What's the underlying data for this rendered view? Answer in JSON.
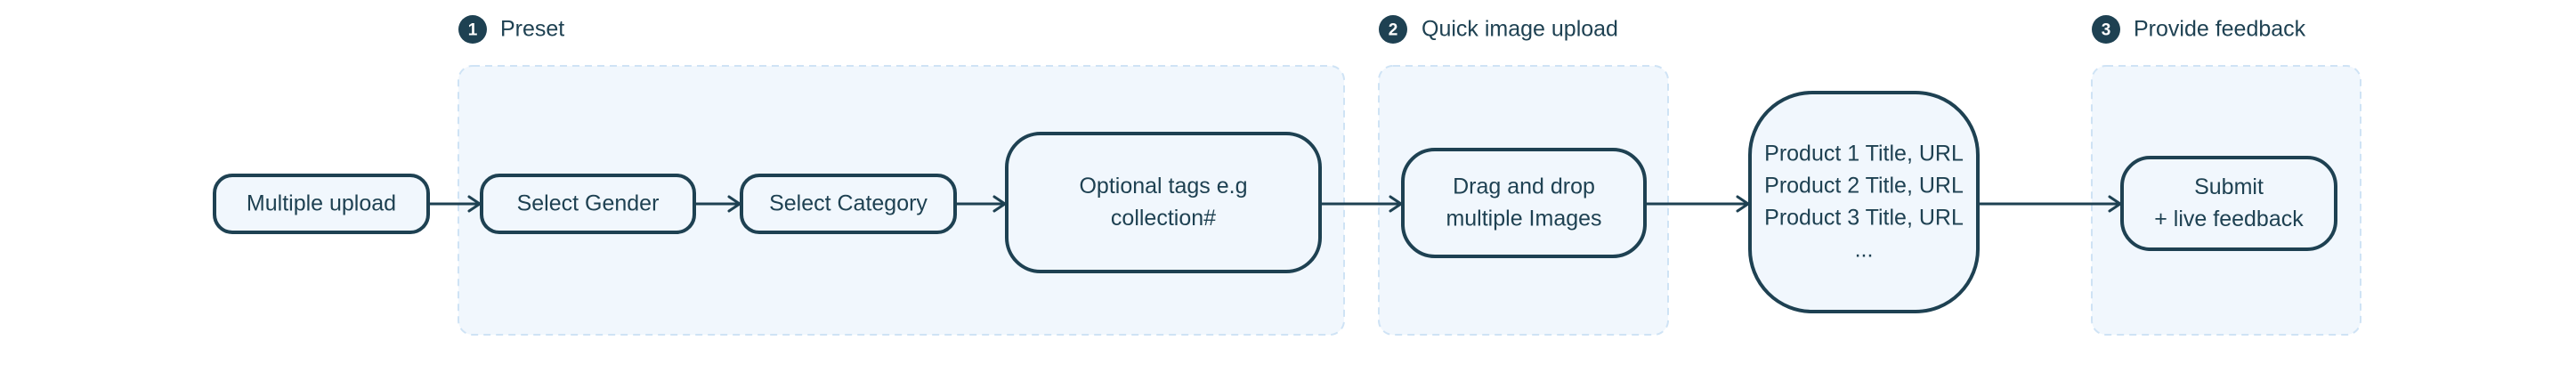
{
  "colors": {
    "stroke": "#1e4152",
    "node_fill": "#f1f7fd",
    "group_fill": "#f1f7fd",
    "group_border": "#cfe3f5",
    "badge_text": "#ffffff"
  },
  "groups": [
    {
      "id": "preset",
      "number": "1",
      "label": "Preset"
    },
    {
      "id": "quick-upload",
      "number": "2",
      "label": "Quick image upload"
    },
    {
      "id": "feedback",
      "number": "3",
      "label": "Provide feedback"
    }
  ],
  "nodes": [
    {
      "id": "multiple-upload",
      "lines": [
        "Multiple upload"
      ]
    },
    {
      "id": "select-gender",
      "lines": [
        "Select Gender"
      ]
    },
    {
      "id": "select-category",
      "lines": [
        "Select Category"
      ]
    },
    {
      "id": "optional-tags",
      "lines": [
        "Optional tags e.g",
        "collection#"
      ]
    },
    {
      "id": "drag-drop",
      "lines": [
        "Drag and drop",
        "multiple Images"
      ]
    },
    {
      "id": "product-list",
      "lines": [
        "Product 1 Title, URL",
        "Product 2 Title, URL",
        "Product 3 Title, URL",
        "..."
      ]
    },
    {
      "id": "submit",
      "lines": [
        "Submit",
        "+  live feedback"
      ]
    }
  ],
  "edges": [
    [
      "multiple-upload",
      "select-gender"
    ],
    [
      "select-gender",
      "select-category"
    ],
    [
      "select-category",
      "optional-tags"
    ],
    [
      "optional-tags",
      "drag-drop"
    ],
    [
      "drag-drop",
      "product-list"
    ],
    [
      "product-list",
      "submit"
    ]
  ]
}
